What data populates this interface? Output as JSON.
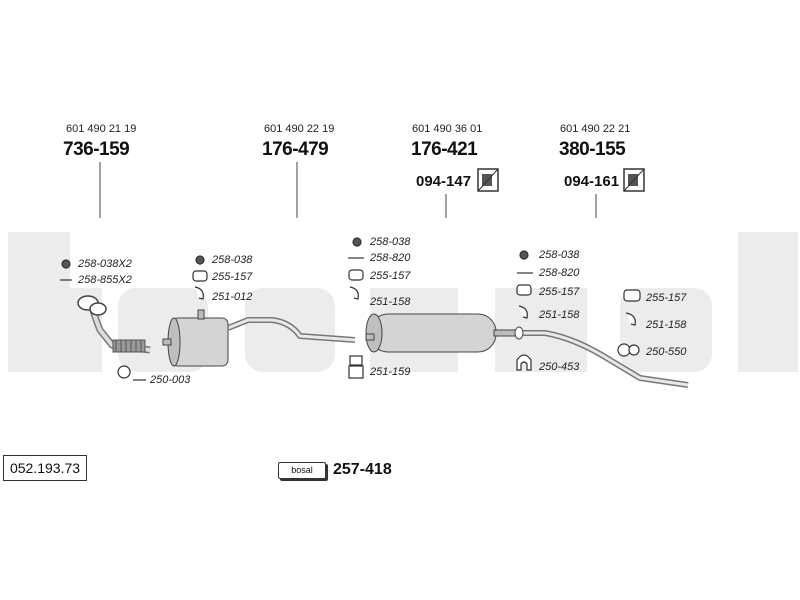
{
  "reference_number": "052.193.73",
  "brand_badge": "bosal",
  "brand_code": "257-418",
  "sections": [
    {
      "oem": "601 490 21 19",
      "code": "736-159"
    },
    {
      "oem": "601 490 22 19",
      "code": "176-479"
    },
    {
      "oem": "601 490 36 01",
      "code": "176-421"
    },
    {
      "oem": "601 490 22 21",
      "code": "380-155"
    }
  ],
  "brackets": {
    "left": "094-147",
    "right": "094-161"
  },
  "parts": {
    "p1": "258-038X2",
    "p2": "258-855X2",
    "p3": "250-003",
    "p4": "258-038",
    "p5": "255-157",
    "p6": "251-012",
    "p7": "258-038",
    "p8": "258-820",
    "p9": "255-157",
    "p10": "251-158",
    "p11": "251-159",
    "p12": "258-038",
    "p13": "258-820",
    "p14": "255-157",
    "p15": "251-158",
    "p16": "250-453",
    "p17": "255-157",
    "p18": "251-158",
    "p19": "250-550"
  }
}
